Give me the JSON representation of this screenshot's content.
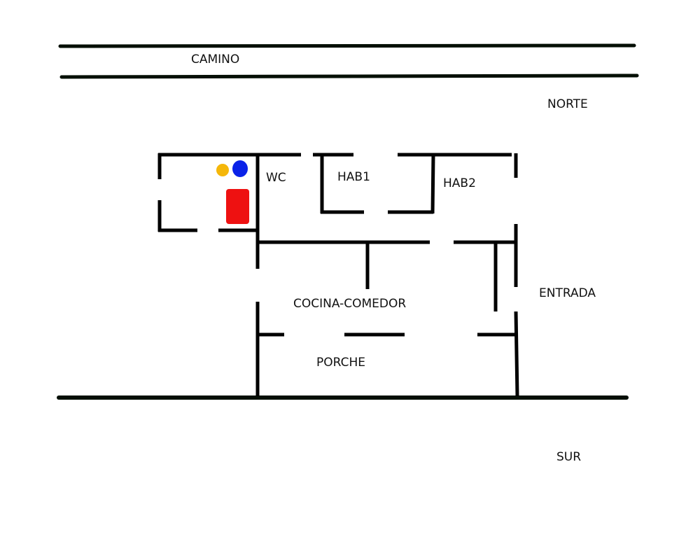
{
  "labels": {
    "road": "CAMINO",
    "north": "NORTE",
    "south": "SUR",
    "wc": "WC",
    "hab1": "HAB1",
    "hab2": "HAB2",
    "kitchen": "COCINA-COMEDOR",
    "porch": "PORCHE",
    "entrance": "ENTRADA"
  },
  "colors": {
    "wall": "#000000",
    "road_line": "#050f05",
    "fixture_yellow": "#f5b70a",
    "fixture_blue": "#0a22e8",
    "fixture_red": "#ee1111"
  }
}
